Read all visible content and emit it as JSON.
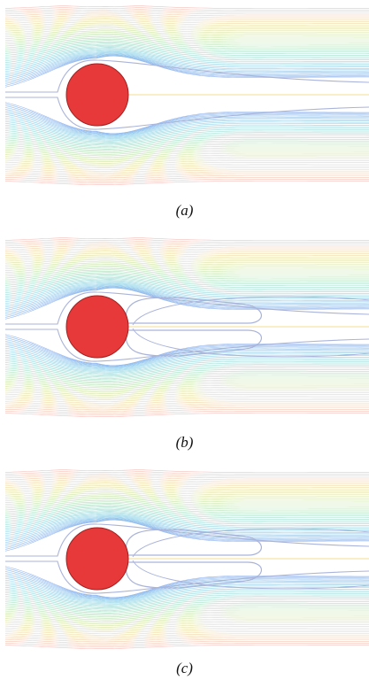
{
  "figure": {
    "panels": [
      {
        "caption": "(a)",
        "recirculation_bubbles": 0
      },
      {
        "caption": "(b)",
        "recirculation_bubbles": 2
      },
      {
        "caption": "(c)",
        "recirculation_bubbles": 2
      }
    ],
    "colors": {
      "cylinder_fill": "#e8393a",
      "cylinder_edge": "#a02020",
      "streamline_near": "#b8c8f0",
      "streamline_wake": "#aab4da",
      "centerline": "#f6e3a6",
      "background": "#ffffff"
    }
  }
}
